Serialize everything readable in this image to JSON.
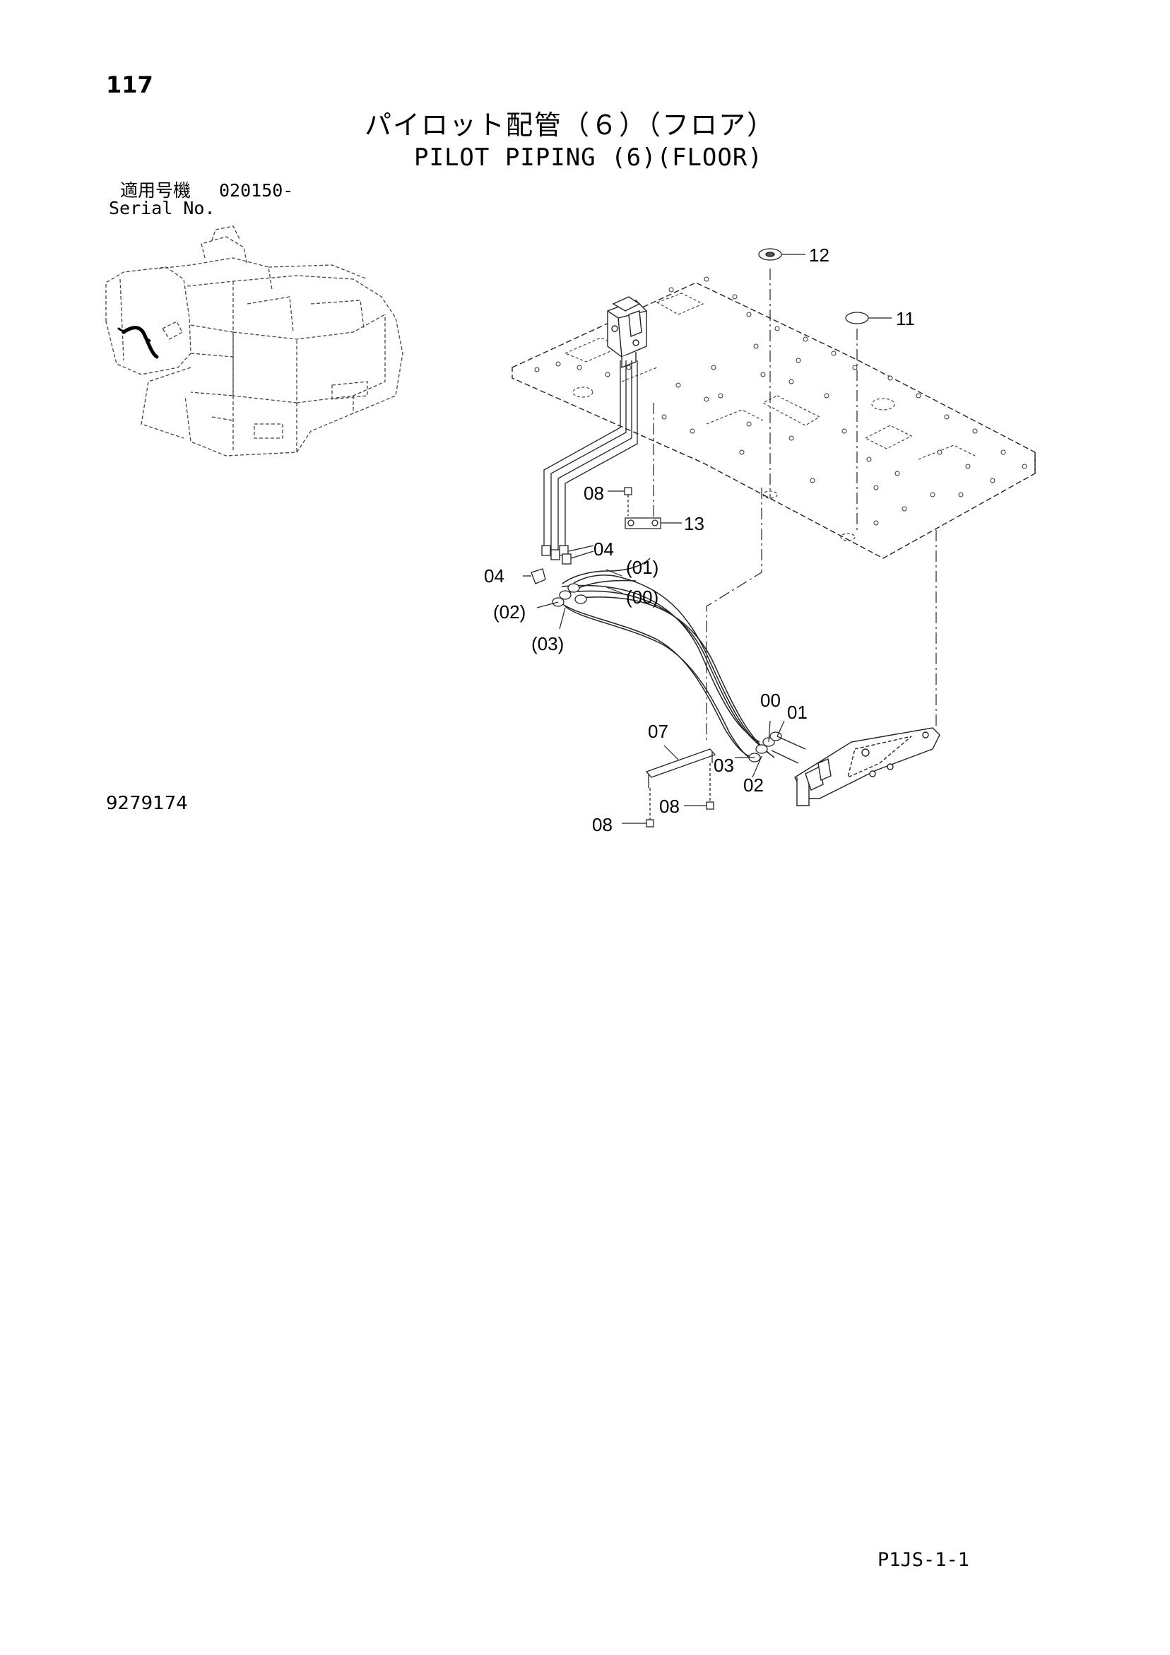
{
  "page": {
    "number": "117",
    "title_jp": "パイロット配管（６）（フロア）",
    "title_en": "PILOT PIPING (6)(FLOOR)",
    "serial_label_jp": "適用号機",
    "serial_range": "020150-",
    "serial_label_en": "Serial No.",
    "drawing_number": "9279174",
    "sheet_code": "P1JS-1-1"
  },
  "callouts": [
    {
      "id": "c12",
      "label": "12"
    },
    {
      "id": "c11",
      "label": "11"
    },
    {
      "id": "c08a",
      "label": "08"
    },
    {
      "id": "c13",
      "label": "13"
    },
    {
      "id": "c04a",
      "label": "04"
    },
    {
      "id": "c04b",
      "label": "04"
    },
    {
      "id": "c01p",
      "label": "(01)"
    },
    {
      "id": "c00p",
      "label": "(00)"
    },
    {
      "id": "c02p",
      "label": "(02)"
    },
    {
      "id": "c03p",
      "label": "(03)"
    },
    {
      "id": "c00",
      "label": "00"
    },
    {
      "id": "c01",
      "label": "01"
    },
    {
      "id": "c07",
      "label": "07"
    },
    {
      "id": "c03",
      "label": "03"
    },
    {
      "id": "c02",
      "label": "02"
    },
    {
      "id": "c08b",
      "label": "08"
    },
    {
      "id": "c08c",
      "label": "08"
    }
  ]
}
